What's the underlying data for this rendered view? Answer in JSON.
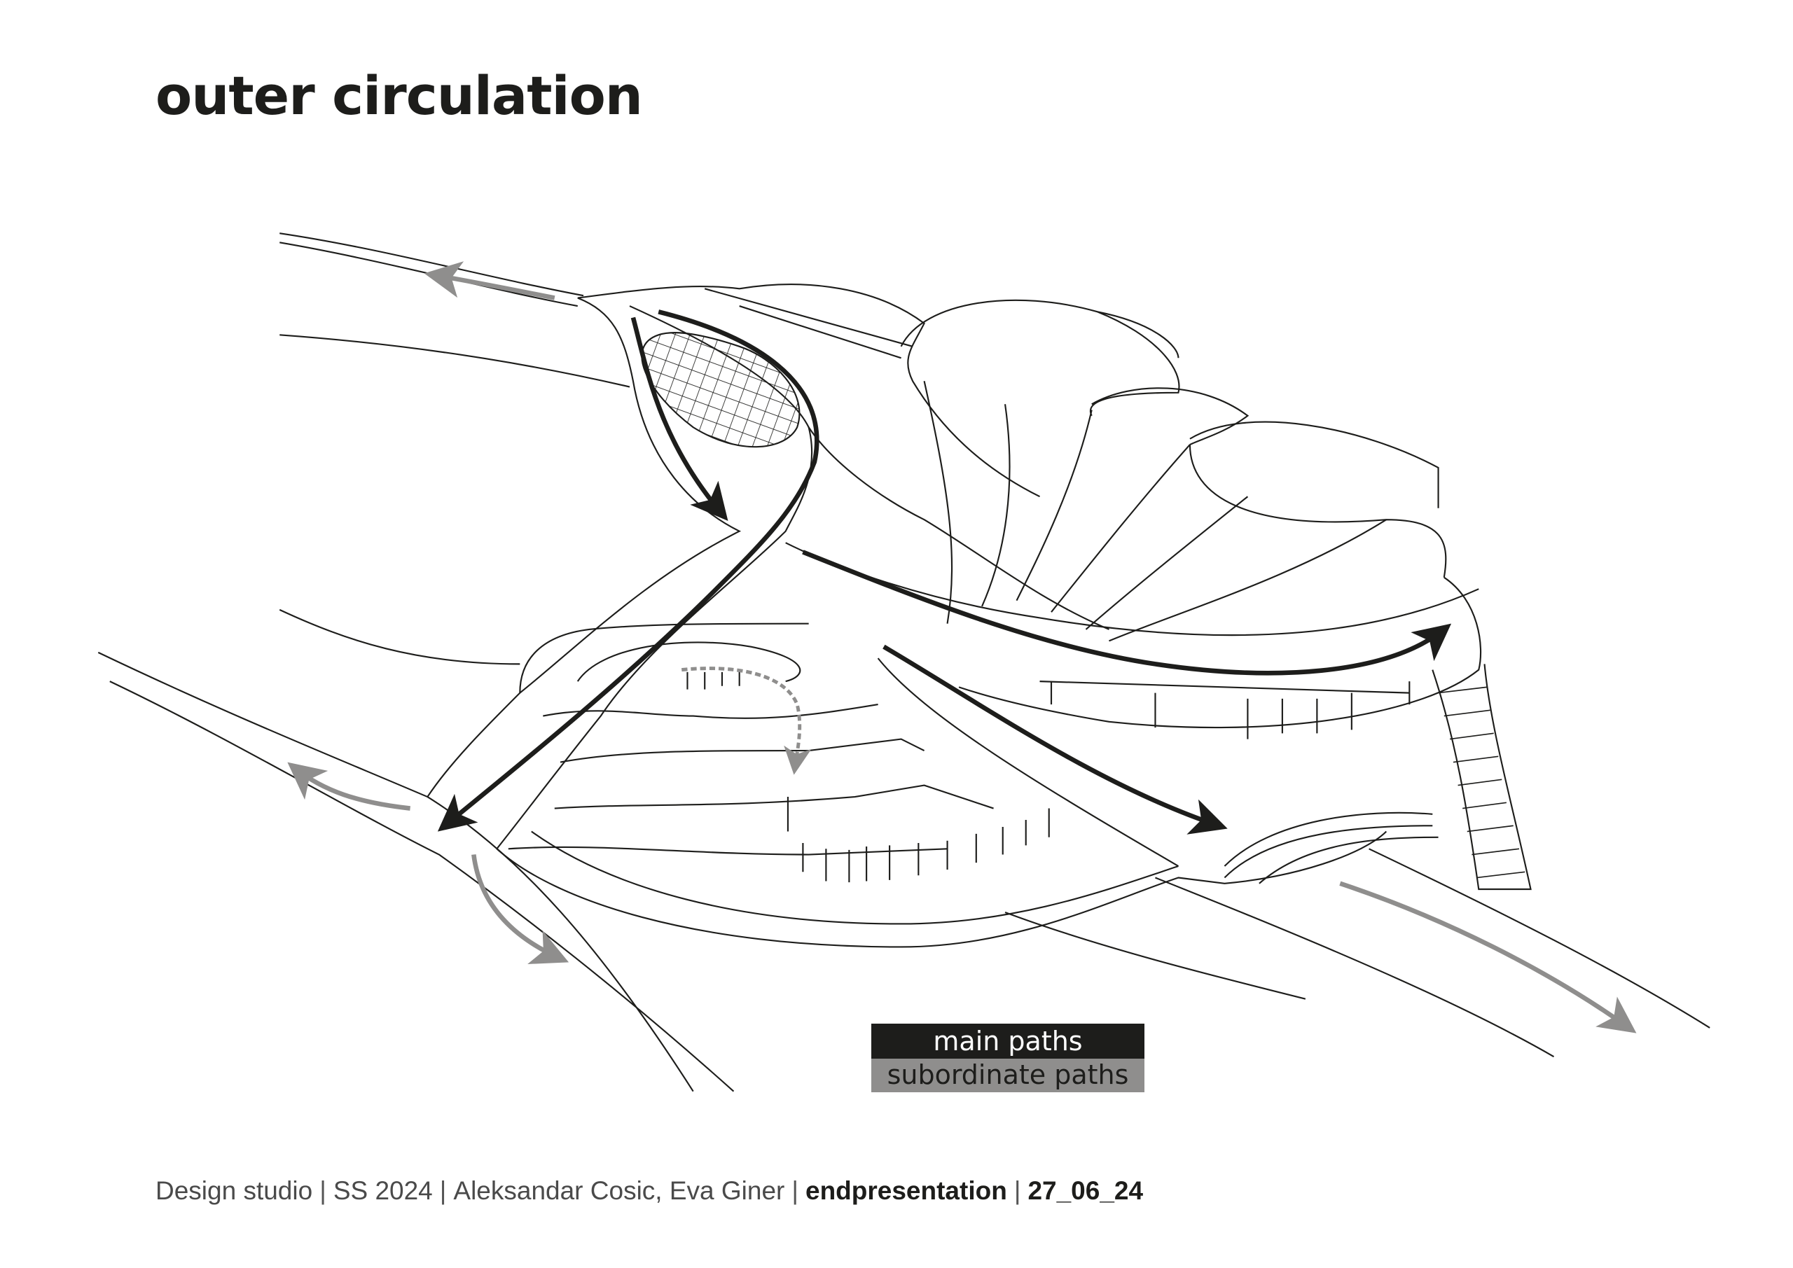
{
  "title": "outer circulation",
  "legend": {
    "main": "main paths",
    "subordinate": "subordinate paths",
    "main_color": "#1d1d1b",
    "subordinate_color": "#8f8e8d"
  },
  "footer": {
    "studio": "Design studio",
    "semester": "SS 2024",
    "authors": "Aleksandar Cosic, Eva Giner",
    "event": "endpresentation",
    "date": "27_06_24"
  }
}
